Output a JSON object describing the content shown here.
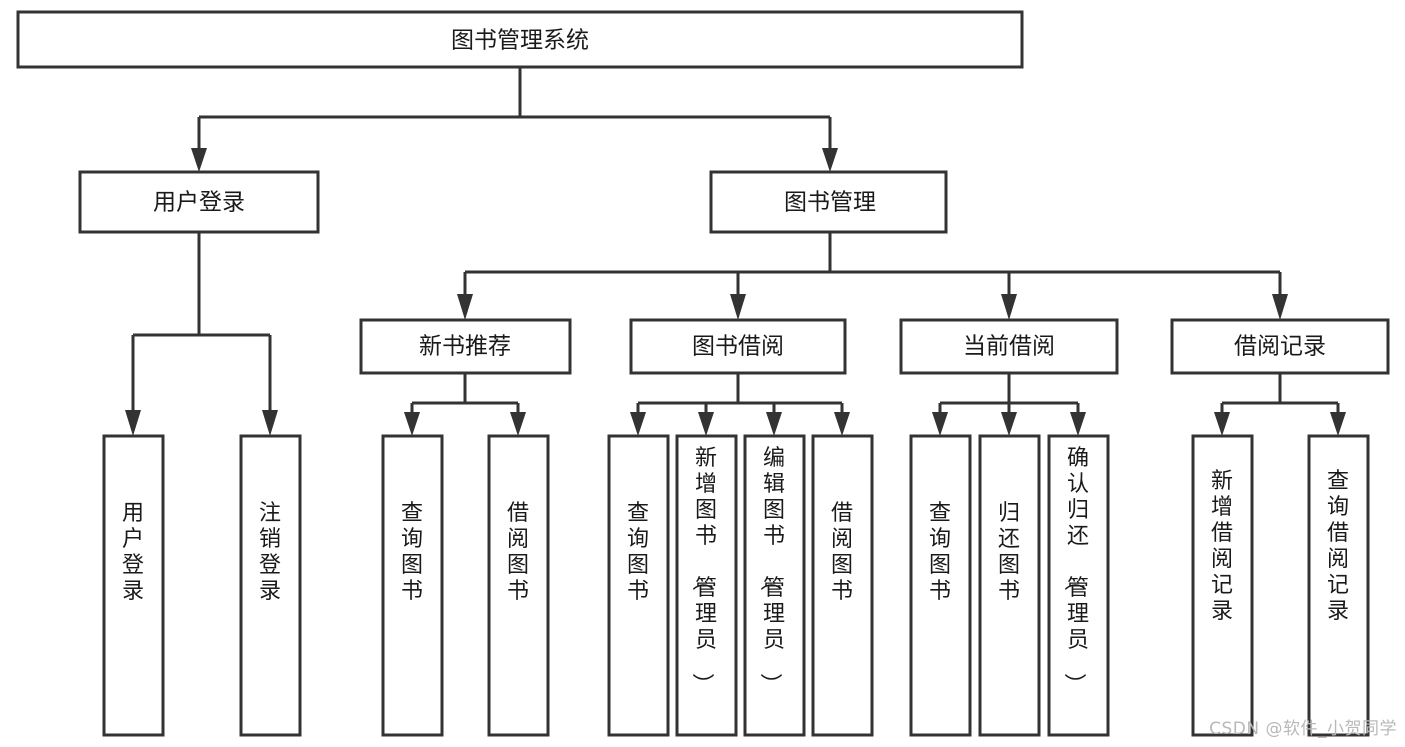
{
  "diagram": {
    "type": "tree-hierarchy-chart",
    "title": "图书管理系统",
    "orientation": "top-down",
    "colors": {
      "box_fill": "#ffffff",
      "box_stroke": "#333333",
      "text": "#1a1a1a",
      "watermark": "#b9b9b9",
      "background": "#ffffff"
    },
    "levels": [
      {
        "level": 1,
        "nodes": [
          {
            "id": "root",
            "label": "图书管理系统",
            "orientation": "horizontal"
          }
        ]
      },
      {
        "level": 2,
        "nodes": [
          {
            "id": "login",
            "label": "用户登录",
            "orientation": "horizontal",
            "parent": "root"
          },
          {
            "id": "bookmgmt",
            "label": "图书管理",
            "orientation": "horizontal",
            "parent": "root"
          }
        ]
      },
      {
        "level": 3,
        "nodes": [
          {
            "id": "newbook",
            "label": "新书推荐",
            "orientation": "horizontal",
            "parent": "bookmgmt"
          },
          {
            "id": "borrow",
            "label": "图书借阅",
            "orientation": "horizontal",
            "parent": "bookmgmt"
          },
          {
            "id": "current",
            "label": "当前借阅",
            "orientation": "horizontal",
            "parent": "bookmgmt"
          },
          {
            "id": "records",
            "label": "借阅记录",
            "orientation": "horizontal",
            "parent": "bookmgmt"
          }
        ]
      },
      {
        "level": 4,
        "nodes": [
          {
            "id": "leaf-1",
            "label": "用户登录",
            "orientation": "vertical",
            "parent": "login"
          },
          {
            "id": "leaf-2",
            "label": "注销登录",
            "orientation": "vertical",
            "parent": "login"
          },
          {
            "id": "leaf-3",
            "label": "查询图书",
            "orientation": "vertical",
            "parent": "newbook"
          },
          {
            "id": "leaf-4",
            "label": "借阅图书",
            "orientation": "vertical",
            "parent": "newbook"
          },
          {
            "id": "leaf-5",
            "label": "查询图书",
            "orientation": "vertical",
            "parent": "borrow"
          },
          {
            "id": "leaf-6",
            "label": "新增图书（管理员）",
            "orientation": "vertical",
            "parent": "borrow"
          },
          {
            "id": "leaf-7",
            "label": "编辑图书（管理员）",
            "orientation": "vertical",
            "parent": "borrow"
          },
          {
            "id": "leaf-8",
            "label": "借阅图书",
            "orientation": "vertical",
            "parent": "borrow"
          },
          {
            "id": "leaf-9",
            "label": "查询图书",
            "orientation": "vertical",
            "parent": "current"
          },
          {
            "id": "leaf-10",
            "label": "归还图书",
            "orientation": "vertical",
            "parent": "current"
          },
          {
            "id": "leaf-11",
            "label": "确认归还（管理员）",
            "orientation": "vertical",
            "parent": "current"
          },
          {
            "id": "leaf-12",
            "label": "新增借阅记录",
            "orientation": "vertical",
            "parent": "records"
          },
          {
            "id": "leaf-13",
            "label": "查询借阅记录",
            "orientation": "vertical",
            "parent": "records"
          }
        ]
      }
    ]
  },
  "watermark": {
    "text": "CSDN @软件_小贺同学"
  }
}
